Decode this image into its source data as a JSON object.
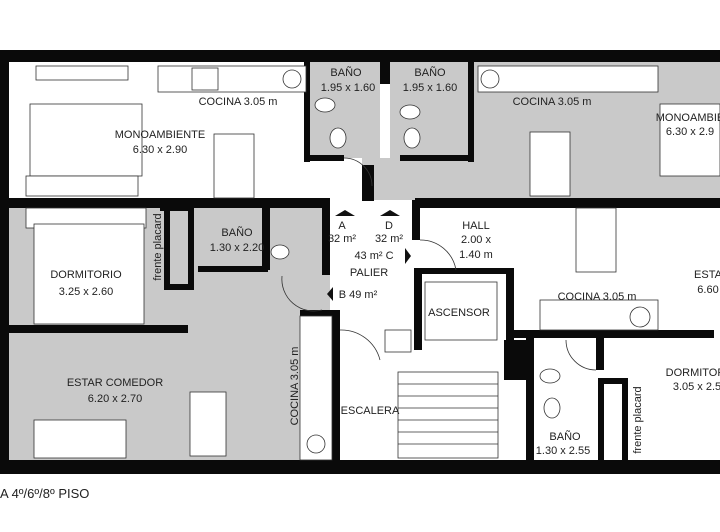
{
  "plan_title": "A 4º/6º/8º PISO",
  "rooms": {
    "kitchen_top_left": "COCINA 3.05 m",
    "studio_left_name": "MONOAMBIENTE",
    "studio_left_size": "6.30 x 2.90",
    "bath_top_1_name": "BAÑO",
    "bath_top_1_size": "1.95 x 1.60",
    "bath_top_2_name": "BAÑO",
    "bath_top_2_size": "1.95 x 1.60",
    "kitchen_top_right": "COCINA 3.05 m",
    "studio_right_name": "MONOAMBIE",
    "studio_right_size": "6.30 x 2.9",
    "bath_left_name": "BAÑO",
    "bath_left_size": "1.30 x 2.20",
    "bedroom_left_name": "DORMITORIO",
    "bedroom_left_size": "3.25 x 2.60",
    "closet_left": "frente placard",
    "unit_a_letter": "A",
    "unit_a_area": "32 m²",
    "unit_d_letter": "D",
    "unit_d_area": "32 m²",
    "unit_c": "43 m² C",
    "landing": "PALIER",
    "unit_b": "B 49 m²",
    "hall_name": "HALL",
    "hall_size_1": "2.00 x",
    "hall_size_2": "1.40 m",
    "living_right_name": "ESTA",
    "living_right_size": "6.60",
    "kitchen_mid_right": "COCINA 3.05 m",
    "elevator": "ASCENSOR",
    "bedroom_right_name": "DORMITORI",
    "bedroom_right_size": "3.05 x 2.5",
    "living_left_name": "ESTAR COMEDOR",
    "living_left_size": "6.20 x 2.70",
    "kitchen_left_vertical": "COCINA 3.05 m",
    "stairs": "ESCALERA",
    "closet_right": "frente placard",
    "bath_right_name": "BAÑO",
    "bath_right_size": "1.30 x 2.55"
  }
}
